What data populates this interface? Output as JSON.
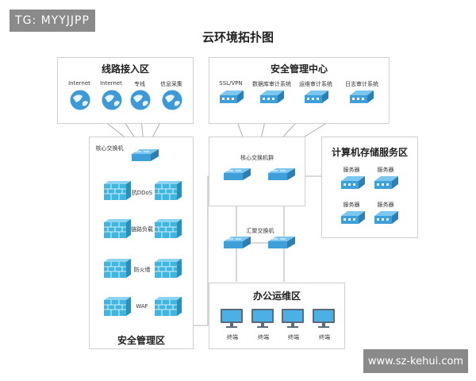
{
  "watermark_top": "TG: MYYJJPP",
  "watermark_bottom": "www.sz-kehui.com",
  "title": "云环境拓扑图",
  "zones": {
    "access": {
      "title": "线路接入区",
      "items": [
        "Internet",
        "Internet",
        "专线",
        "信息采集"
      ]
    },
    "security_center": {
      "title": "安全管理中心",
      "items": [
        "SSL/VPN",
        "数据库审计系统",
        "运维审计系统",
        "日志审计系统"
      ]
    },
    "core_switch": "核心交换机",
    "security_zone": {
      "title": "安全管理区",
      "items": [
        "抗DDoS",
        "链路负载",
        "防火墙",
        "WAF"
      ]
    },
    "core_group": "核心交换机群",
    "agg_switch": "汇聚交换机",
    "storage": {
      "title": "计算机存储服务区",
      "items": [
        "服务器",
        "服务器",
        "服务器",
        "服务器"
      ]
    },
    "office": {
      "title": "办公运维区",
      "items": [
        "终端",
        "终端",
        "终端",
        "终端"
      ]
    }
  },
  "colors": {
    "device": "#4aa8dc",
    "device_dark": "#2a7fb5",
    "firewall": "#3fb6e0",
    "line": "#9a9a9a",
    "globe": "#3d9ad6"
  }
}
